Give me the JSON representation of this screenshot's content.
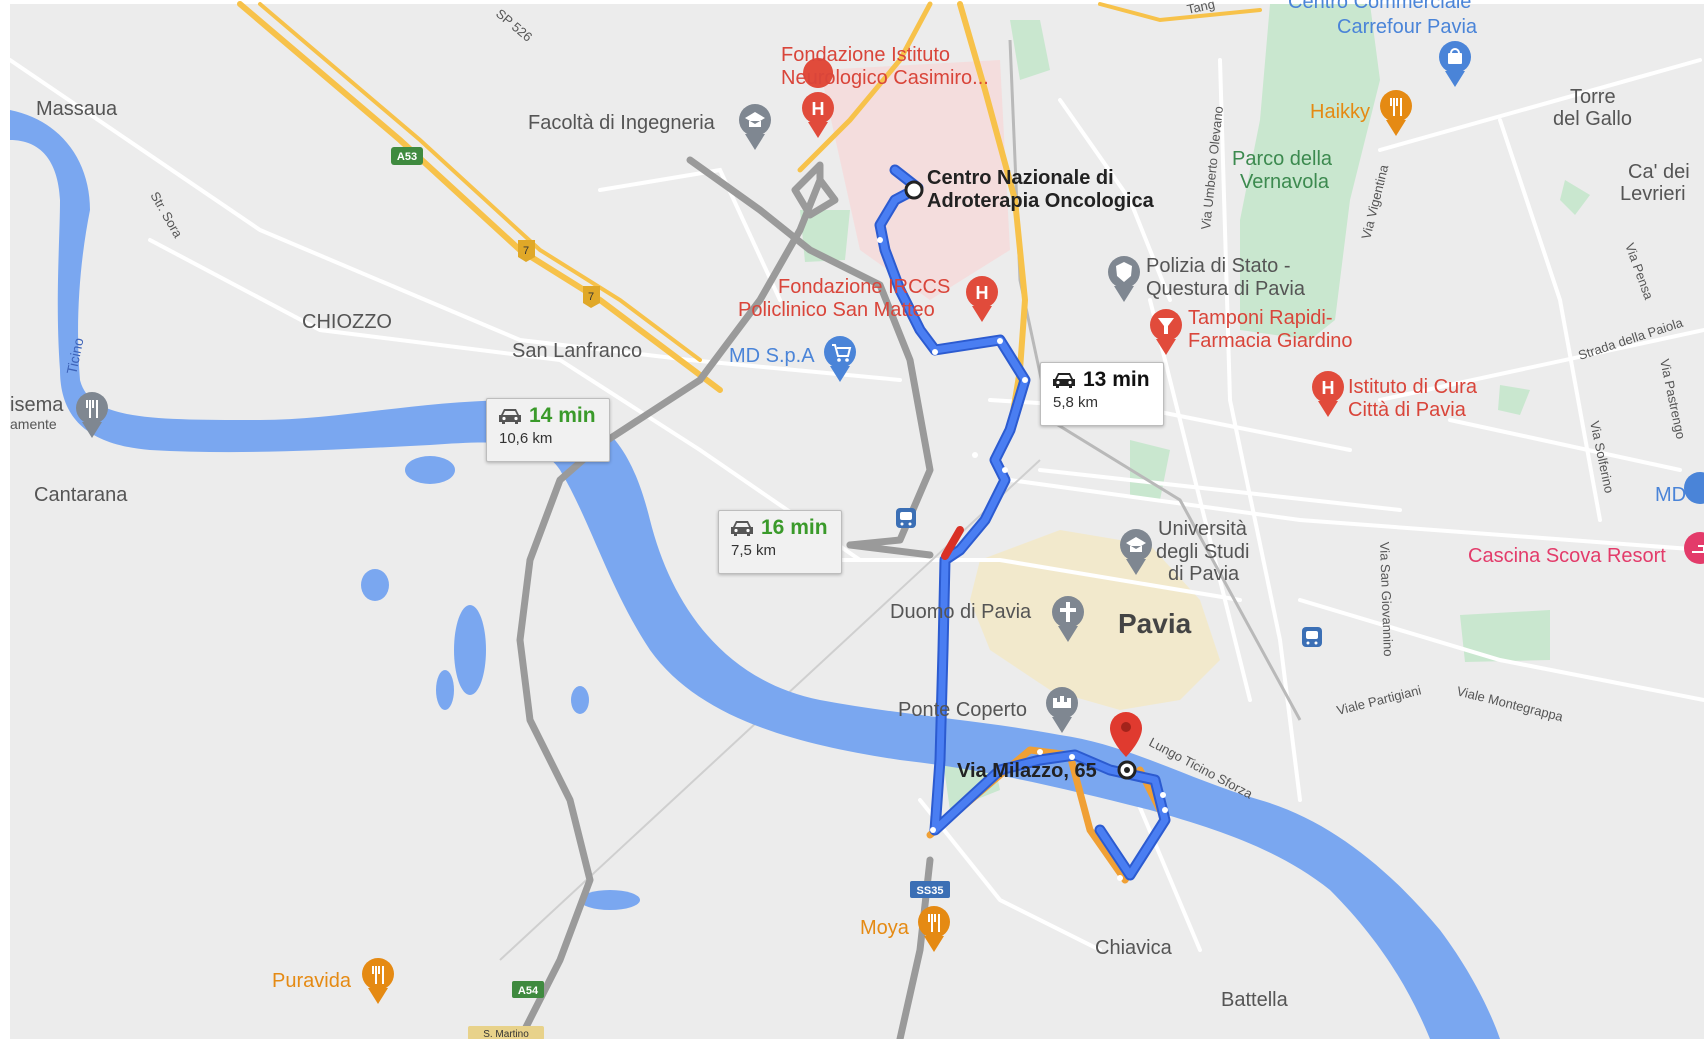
{
  "colors": {
    "land": "#ececec",
    "water": "#7aa7f0",
    "park": "#c9e7cf",
    "highway": "#f7c24a",
    "route_primary": "#4a7ef2",
    "route_alt": "#9a9a9a",
    "route_walk": "#f0a035",
    "traffic_red": "#d93025",
    "poi_red": "#e14b3b",
    "poi_orange": "#e58a13",
    "poi_blue": "#4a84d8",
    "poi_pink": "#e33b6a",
    "poi_gray": "#7f8791"
  },
  "route_cards": [
    {
      "time": "13 min",
      "distance": "5,8 km",
      "selected": true
    },
    {
      "time": "14 min",
      "distance": "10,6 km",
      "selected": false
    },
    {
      "time": "16 min",
      "distance": "7,5 km",
      "selected": false
    }
  ],
  "places": {
    "origin": "Centro Nazionale di Adroterapia Oncologica",
    "destination": "Via Milazzo, 65",
    "massaua": "Massaua",
    "chiozzo": "CHIOZZO",
    "san_lanfranco": "San Lanfranco",
    "cantarana": "Cantarana",
    "pavia": "Pavia",
    "chiavica": "Chiavica",
    "battella": "Battella",
    "torre_line1": "Torre",
    "torre_line2": "del Gallo",
    "cadei_line1": "Ca' dei",
    "cadei_line2": "Levrieri",
    "parco_line1": "Parco della",
    "parco_line2": "Vernavola",
    "carrefour_line1": "Centro Commerciale",
    "carrefour_line2": "Carrefour Pavia",
    "fond_ist_line1": "Fondazione Istituto",
    "fond_ist_line2": "Neurologico Casimiro...",
    "facolta": "Facoltà di Ingegneria",
    "san_matteo_line1": "Fondazione IRCCS",
    "san_matteo_line2": "Policlinico San Matteo",
    "md_spa": "MD S.p.A",
    "polizia_line1": "Polizia di Stato -",
    "polizia_line2": "Questura di Pavia",
    "tamponi_line1": "Tamponi Rapidi-",
    "tamponi_line2": "Farmacia Giardino",
    "haikky": "Haikky",
    "istituto_line1": "Istituto di Cura",
    "istituto_line2": "Città di Pavia",
    "universita_line1": "Università",
    "universita_line2": "degli Studi",
    "universita_line3": "di Pavia",
    "duomo": "Duomo di Pavia",
    "ponte": "Ponte Coperto",
    "cascina": "Cascina Scova Resort",
    "md_right": "MD",
    "moya": "Moya",
    "puravida": "Puravida",
    "sema_line1": "isema",
    "sema_line2": "amente"
  },
  "roads": {
    "sp526": "SP 526",
    "str_sora": "Str. Sora",
    "ticino": "Ticino",
    "a53": "A53",
    "r7a": "7",
    "r7b": "7",
    "ss35": "SS35",
    "a54": "A54",
    "via_umberto": "Via Umberto Olevano",
    "via_vigentina": "Via Vigentina",
    "via_pensa": "Via Pensa",
    "strada_paiola": "Strada della Paiola",
    "via_pastrengo": "Via Pastrengo",
    "via_solferino": "Via Solferino",
    "via_san_giovannino": "Via San Giovannino",
    "viale_partigiani": "Viale Partigiani",
    "viale_montegrappa": "Viale Montegrappa",
    "lungo_ticino": "Lungo Ticino Sforza",
    "s_martino": "S. Martino",
    "tang": "Tang"
  }
}
